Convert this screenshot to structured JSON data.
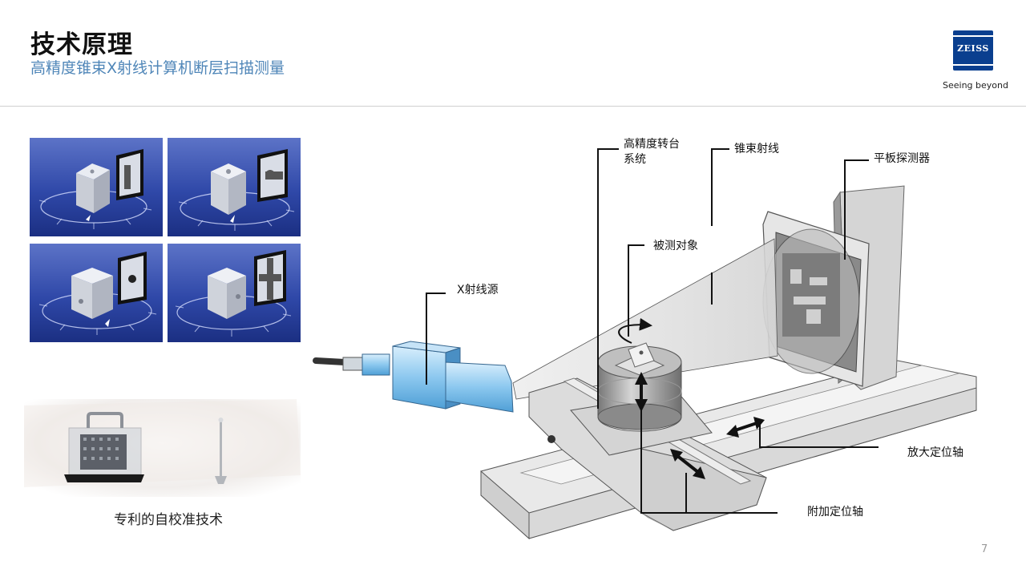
{
  "slide": {
    "title": "技术原理",
    "subtitle": "高精度锥束X射线计算机断层扫描测量",
    "page_number": "7"
  },
  "brand": {
    "logo_text": "ZEISS",
    "tagline": "Seeing beyond",
    "brand_color": "#0a3f8f"
  },
  "left_panel": {
    "thumbnails": [
      {
        "name": "ct-projection-view-1",
        "projection": "slot"
      },
      {
        "name": "ct-projection-view-2",
        "projection": "circle-slot"
      },
      {
        "name": "ct-projection-view-3",
        "projection": "hole"
      },
      {
        "name": "ct-projection-view-4",
        "projection": "cross"
      }
    ],
    "self_calibration_caption": "专利的自校准技术"
  },
  "diagram_labels": {
    "turntable": [
      "高精度转台",
      "系统"
    ],
    "cone_beam": "锥束射线",
    "flat_panel_detector": "平板探测器",
    "measured_object": "被测对象",
    "xray_source": "X射线源",
    "magnification_axis": "放大定位轴",
    "additional_axis": "附加定位轴"
  }
}
